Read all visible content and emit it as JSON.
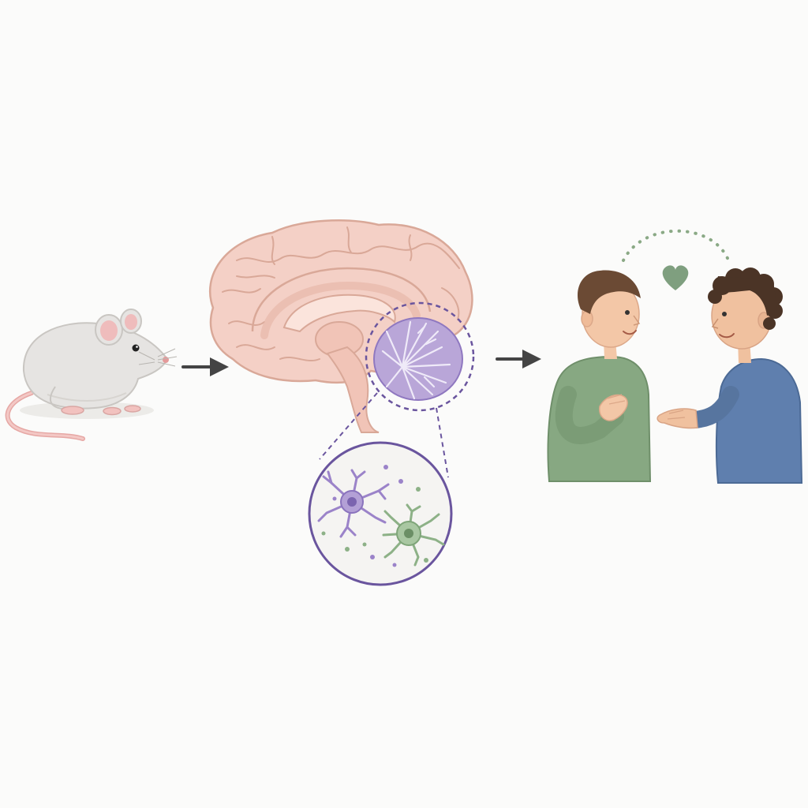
{
  "panels": [
    {
      "id": "mouse",
      "icon": "mouse-icon"
    },
    {
      "id": "brain",
      "icon": "brain-sagittal-icon",
      "highlight": "cerebellum-icon",
      "inset": "neuron-cells-icon"
    },
    {
      "id": "social",
      "icon": "social-interaction-icon"
    }
  ],
  "connectors": [
    "arrow-right-icon",
    "arrow-right-icon"
  ],
  "symbols": {
    "bond": "heart-icon"
  },
  "colors": {
    "background": "#fbfbfa",
    "arrow": "#444444",
    "mouse_fur": "#e6e4e2",
    "mouse_ear": "#efbcbc",
    "brain_tissue": "#f4d0c6",
    "brain_outline": "#d9a898",
    "cerebellum": "#b9a6d8",
    "highlight_purple": "#6a559e",
    "neuron_purple": "#9b83c9",
    "neuron_green": "#8db187",
    "person_green_shirt": "#87a882",
    "person_blue_shirt": "#5f7fae",
    "heart": "#7f9f7f",
    "skin": "#f3c7a7",
    "hair_left": "#6b4a34",
    "hair_right": "#4b3426"
  }
}
